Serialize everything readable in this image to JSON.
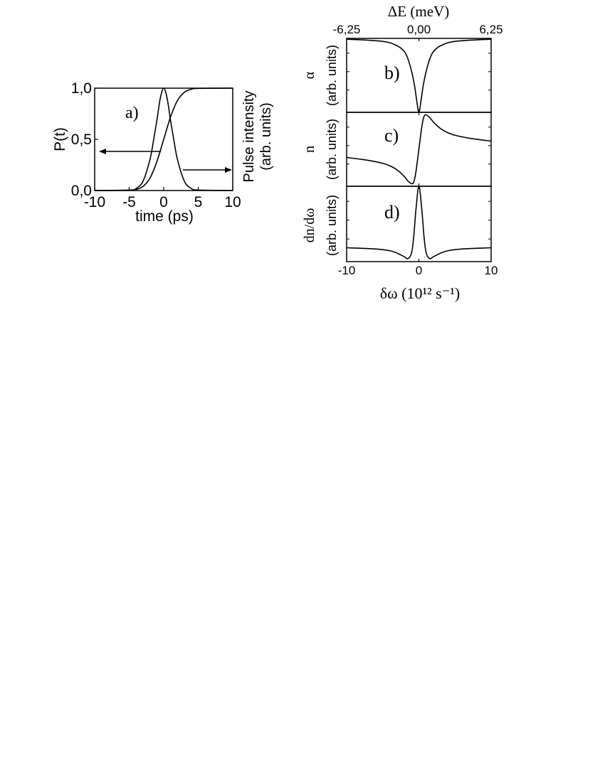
{
  "chart_data": [
    {
      "id": "a",
      "type": "line",
      "panel_label": "a)",
      "xlabel": "time (ps)",
      "ylabel_left": "P(t)",
      "ylabel_right_line1": "Pulse intensity",
      "ylabel_right_line2": "(arb. units)",
      "xlim": [
        -10,
        10
      ],
      "ylim": [
        0,
        1
      ],
      "x_ticks": [
        "-10",
        "-5",
        "0",
        "5",
        "10"
      ],
      "y_ticks": [
        "0,0",
        "0,5",
        "1,0"
      ],
      "series": [
        {
          "axis": "left",
          "x": [
            -10,
            -5,
            -4,
            -3,
            -2,
            -1,
            0,
            1,
            2,
            3,
            4,
            5,
            10
          ],
          "y": [
            0,
            0.002,
            0.01,
            0.04,
            0.12,
            0.28,
            0.5,
            0.72,
            0.88,
            0.96,
            0.99,
            0.998,
            1
          ]
        },
        {
          "axis": "right",
          "x": [
            -10,
            -5,
            -4,
            -3,
            -2,
            -1.5,
            -1,
            -0.5,
            0,
            0.5,
            1,
            1.5,
            2,
            3,
            4,
            5,
            10
          ],
          "y": [
            0,
            0.005,
            0.02,
            0.09,
            0.3,
            0.48,
            0.68,
            0.9,
            1,
            0.9,
            0.68,
            0.48,
            0.3,
            0.09,
            0.02,
            0.005,
            0
          ]
        }
      ]
    },
    {
      "id": "b",
      "type": "line",
      "panel_label": "b)",
      "ylabel_symbol": "α",
      "ylabel_units": "(arb. units)",
      "xlim": [
        -10,
        10
      ],
      "ylim": [
        0,
        1
      ],
      "series": [
        {
          "x": [
            -10,
            -5,
            -3,
            -2,
            -1.5,
            -1,
            -0.6,
            -0.3,
            0,
            0.3,
            0.6,
            1,
            1.5,
            2,
            3,
            5,
            10
          ],
          "y": [
            0.99,
            0.96,
            0.9,
            0.82,
            0.72,
            0.55,
            0.36,
            0.16,
            0.0,
            0.16,
            0.36,
            0.55,
            0.72,
            0.82,
            0.9,
            0.96,
            0.99
          ]
        }
      ]
    },
    {
      "id": "c",
      "type": "line",
      "panel_label": "c)",
      "ylabel_symbol": "n",
      "ylabel_units": "(arb. units)",
      "xlim": [
        -10,
        10
      ],
      "ylim": [
        -1,
        1
      ],
      "series": [
        {
          "x": [
            -10,
            -7,
            -5,
            -4,
            -3,
            -2,
            -1.5,
            -1,
            -0.7,
            -0.4,
            0,
            0.4,
            0.7,
            1,
            1.5,
            2,
            3,
            4,
            5,
            7,
            10
          ],
          "y": [
            -0.22,
            -0.3,
            -0.38,
            -0.45,
            -0.56,
            -0.74,
            -0.86,
            -0.93,
            -0.88,
            -0.6,
            0,
            0.6,
            0.88,
            0.93,
            0.86,
            0.74,
            0.56,
            0.45,
            0.38,
            0.3,
            0.22
          ]
        }
      ]
    },
    {
      "id": "d",
      "type": "line",
      "panel_label": "d)",
      "ylabel_symbol": "dn/dω",
      "ylabel_units": "(arb. units)",
      "xlabel": "δω (10¹² s⁻¹)",
      "top_xlabel": "ΔE (meV)",
      "xlim": [
        -10,
        10
      ],
      "ylim": [
        -0.25,
        1
      ],
      "x_ticks": [
        "-10",
        "0",
        "10"
      ],
      "top_ticks": [
        "-6,25",
        "0,00",
        "6,25"
      ],
      "series": [
        {
          "x": [
            -10,
            -6,
            -4,
            -3,
            -2,
            -1.5,
            -1,
            -0.7,
            -0.4,
            0,
            0.4,
            0.7,
            1,
            1.5,
            2,
            3,
            4,
            6,
            10
          ],
          "y": [
            -0.02,
            -0.04,
            -0.07,
            -0.11,
            -0.17,
            -0.2,
            -0.1,
            0.18,
            0.62,
            1.0,
            0.62,
            0.18,
            -0.1,
            -0.2,
            -0.17,
            -0.11,
            -0.07,
            -0.04,
            -0.02
          ]
        }
      ]
    }
  ]
}
